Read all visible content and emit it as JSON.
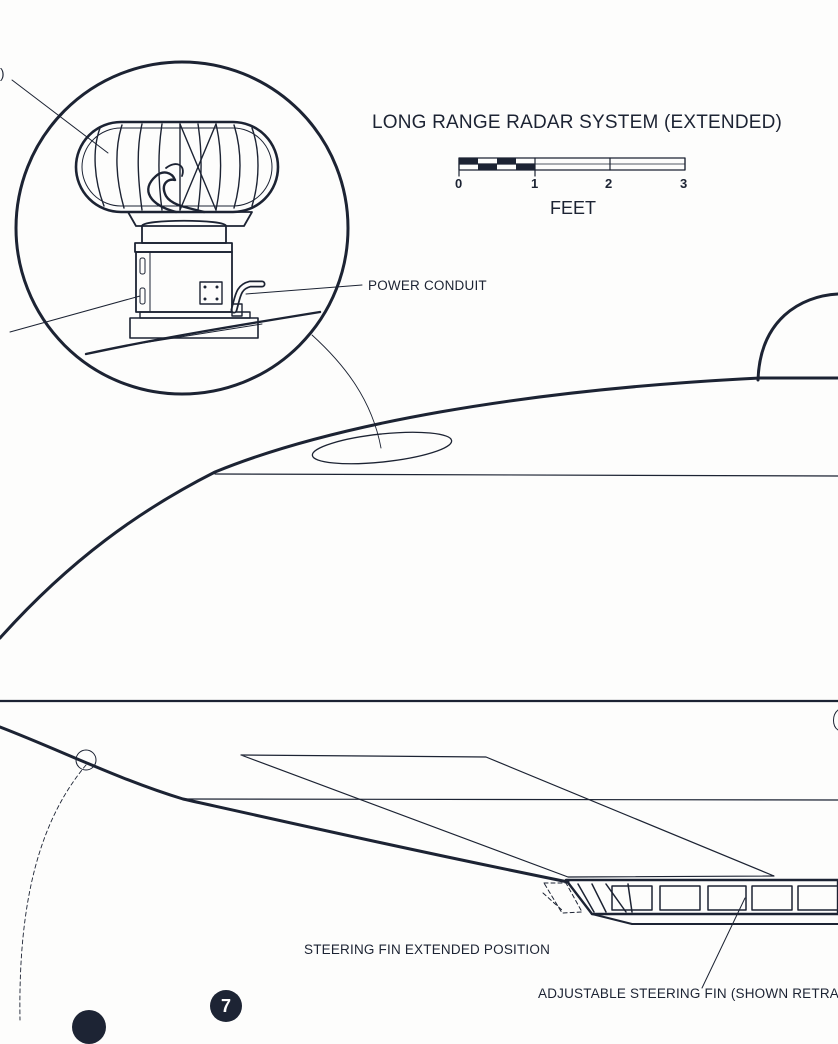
{
  "title": "LONG RANGE RADAR SYSTEM (EXTENDED)",
  "scale": {
    "ticks": [
      "0",
      "1",
      "2",
      "3"
    ],
    "unit": "FEET"
  },
  "callouts": {
    "left_paren": ")",
    "power_conduit": "POWER CONDUIT",
    "steering_fin_extended": "STEERING FIN EXTENDED POSITION",
    "adjustable_steering_fin": "ADJUSTABLE STEERING FIN (SHOWN RETRA"
  },
  "page_number": "7",
  "colors": {
    "ink": "#1c2333",
    "paper": "#fdfdfc"
  }
}
